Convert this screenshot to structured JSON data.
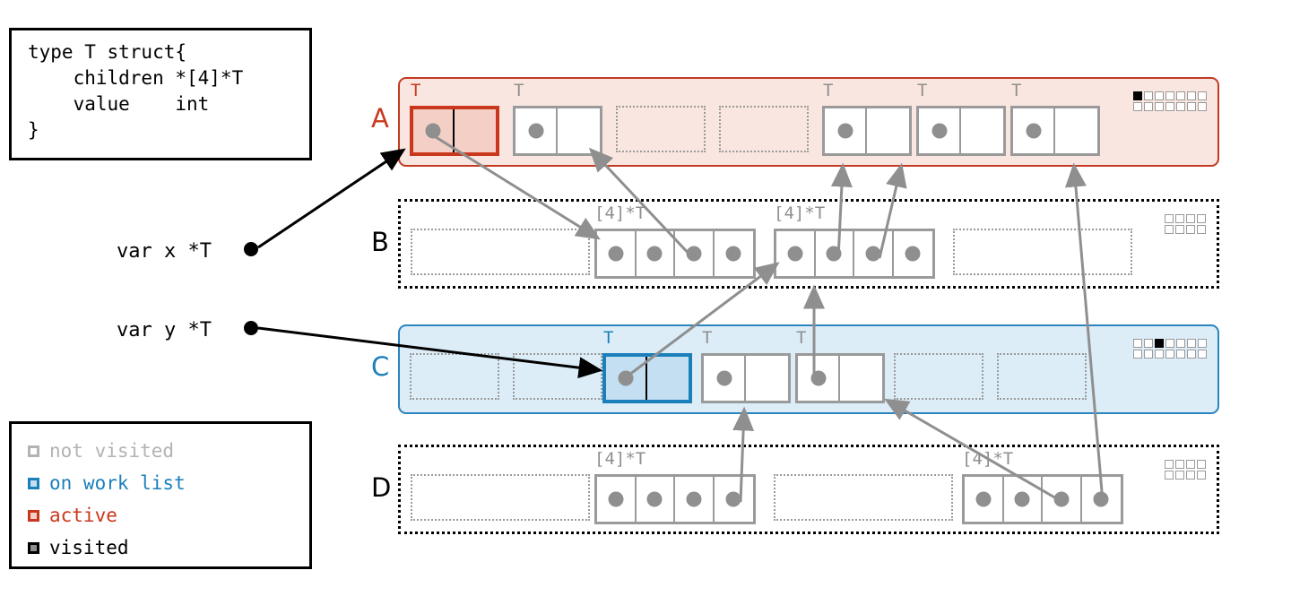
{
  "code_box": {
    "text": "type T struct{\n    children *[4]*T\n    value    int\n}"
  },
  "legend": {
    "items": [
      {
        "label": "not visited",
        "fill": "#ffffff",
        "border": "#b3b3b3",
        "text_color": "#b3b3b3"
      },
      {
        "label": "on work list",
        "fill": "#c3dff1",
        "border": "#1b7fba",
        "text_color": "#1b7fba"
      },
      {
        "label": "active",
        "fill": "#f4cfc6",
        "border": "#c9381c",
        "text_color": "#c9381c"
      },
      {
        "label": "visited",
        "fill": "#8f8f8f",
        "border": "#000000",
        "text_color": "#000000"
      }
    ]
  },
  "variables": [
    {
      "label": "var x *T",
      "points_to": "row-a-node-0"
    },
    {
      "label": "var y *T",
      "points_to": "row-c-node-2"
    }
  ],
  "colors": {
    "active_border": "#c9381c",
    "active_fill": "#f4cfc6",
    "active_band_border": "#c33b22",
    "active_band_fill": "#fae6e1",
    "worklist_border": "#1b7fba",
    "worklist_fill": "#c3dff1",
    "worklist_band_border": "#2b84be",
    "worklist_band_fill": "#dcedf8",
    "not_visited": "#9a9a9a",
    "visited": "#000000",
    "pointer": "#8f8f8f"
  },
  "rows": [
    {
      "id": "A",
      "label": "A",
      "label_color": "#c9381c",
      "state": "active",
      "bitmap": {
        "cols": 7,
        "rows": 2,
        "filled": [
          0
        ]
      },
      "slots": [
        {
          "kind": "node",
          "type_tag": "T",
          "tag_state": "active",
          "state": "active",
          "has_dot": true
        },
        {
          "kind": "node",
          "type_tag": "T",
          "tag_state": "not-visited",
          "state": "not-visited",
          "has_dot": true
        },
        {
          "kind": "empty"
        },
        {
          "kind": "empty"
        },
        {
          "kind": "node",
          "type_tag": "T",
          "tag_state": "not-visited",
          "state": "not-visited",
          "has_dot": true
        },
        {
          "kind": "node",
          "type_tag": "T",
          "tag_state": "not-visited",
          "state": "not-visited",
          "has_dot": true
        },
        {
          "kind": "node",
          "type_tag": "T",
          "tag_state": "not-visited",
          "state": "not-visited",
          "has_dot": true
        }
      ]
    },
    {
      "id": "B",
      "label": "B",
      "label_color": "#000000",
      "state": "plain",
      "bitmap": {
        "cols": 4,
        "rows": 2,
        "filled": []
      },
      "slots": [
        {
          "kind": "empty-wide"
        },
        {
          "kind": "array",
          "type_tag": "[4]*T",
          "cells": [
            true,
            true,
            true,
            true
          ]
        },
        {
          "kind": "array",
          "type_tag": "[4]*T",
          "cells": [
            true,
            true,
            true,
            true
          ]
        },
        {
          "kind": "empty-wide"
        }
      ]
    },
    {
      "id": "C",
      "label": "C",
      "label_color": "#1b7fba",
      "state": "worklist",
      "bitmap": {
        "cols": 7,
        "rows": 2,
        "filled": [
          2
        ]
      },
      "slots": [
        {
          "kind": "empty"
        },
        {
          "kind": "empty"
        },
        {
          "kind": "node",
          "type_tag": "T",
          "tag_state": "worklist",
          "state": "worklist",
          "has_dot": true
        },
        {
          "kind": "node",
          "type_tag": "T",
          "tag_state": "not-visited",
          "state": "not-visited",
          "has_dot": true
        },
        {
          "kind": "node",
          "type_tag": "T",
          "tag_state": "not-visited",
          "state": "not-visited",
          "has_dot": true
        },
        {
          "kind": "empty"
        },
        {
          "kind": "empty"
        }
      ]
    },
    {
      "id": "D",
      "label": "D",
      "label_color": "#000000",
      "state": "plain",
      "bitmap": {
        "cols": 4,
        "rows": 2,
        "filled": []
      },
      "slots": [
        {
          "kind": "empty-wide"
        },
        {
          "kind": "array",
          "type_tag": "[4]*T",
          "cells": [
            true,
            true,
            true,
            true
          ]
        },
        {
          "kind": "empty-wide"
        },
        {
          "kind": "array",
          "type_tag": "[4]*T",
          "cells": [
            true,
            true,
            true,
            true
          ]
        }
      ]
    }
  ]
}
